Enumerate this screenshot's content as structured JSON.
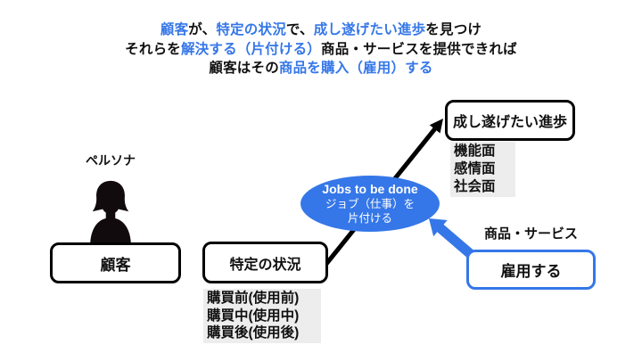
{
  "colors": {
    "accent": "#3577e8",
    "list-bg": "#ededed",
    "ink": "#111111"
  },
  "heading": {
    "lines": [
      {
        "segments": [
          {
            "text": "顧客",
            "color": "accent"
          },
          {
            "text": "が、",
            "color": "ink"
          },
          {
            "text": "特定の状況",
            "color": "accent"
          },
          {
            "text": "で、",
            "color": "ink"
          },
          {
            "text": "成し遂げたい進歩",
            "color": "accent"
          },
          {
            "text": "を見つけ",
            "color": "ink"
          }
        ]
      },
      {
        "segments": [
          {
            "text": "それらを",
            "color": "ink"
          },
          {
            "text": "解決する（片付ける）",
            "color": "accent"
          },
          {
            "text": "商品・サービスを提供できれば",
            "color": "ink"
          }
        ]
      },
      {
        "segments": [
          {
            "text": "顧客はその",
            "color": "ink"
          },
          {
            "text": "商品を購入（雇用）する",
            "color": "accent"
          }
        ]
      }
    ]
  },
  "persona": {
    "label": "ペルソナ",
    "icon": "person-silhouette-icon"
  },
  "customer_box": {
    "label": "顧客"
  },
  "situation_box": {
    "label": "特定の状況"
  },
  "situation_phases": [
    "購買前(使用前)",
    "購買中(使用中)",
    "購買後(使用後)"
  ],
  "jtbd_ellipse": {
    "title": "Jobs to be done",
    "line2": "ジョブ（仕事）を",
    "line3": "片付ける"
  },
  "progress_box": {
    "label": "成し遂げたい進歩"
  },
  "progress_aspects": [
    "機能面",
    "感情面",
    "社会面"
  ],
  "product_label": "商品・サービス",
  "hire_box": {
    "label": "雇用する"
  }
}
